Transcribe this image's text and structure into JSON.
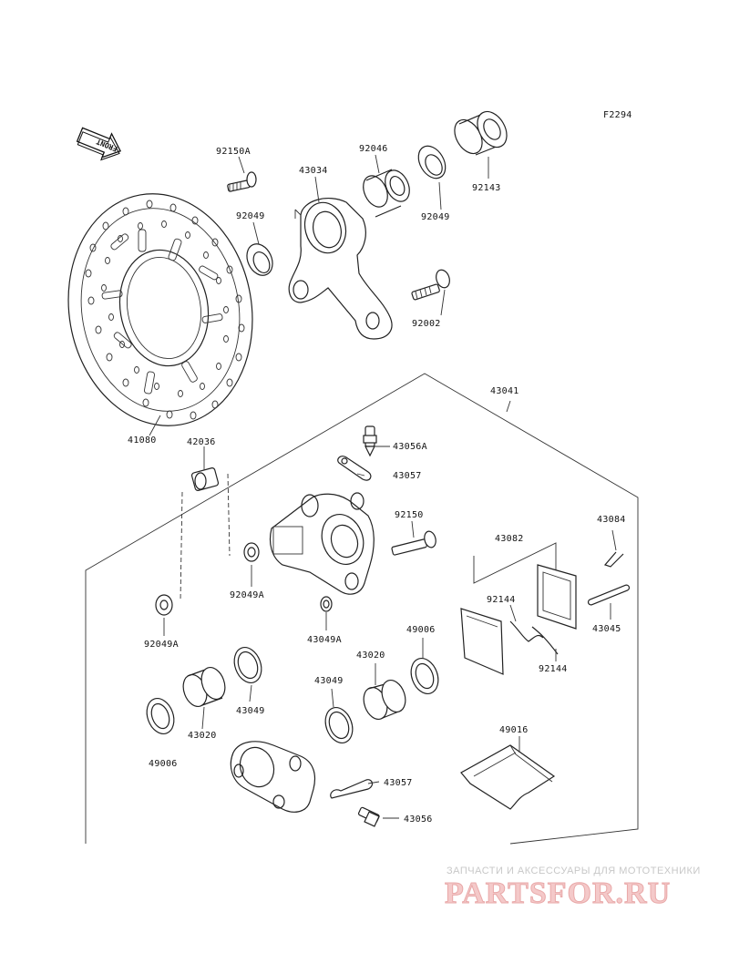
{
  "figure_code": "F2294",
  "front_label": "FRONT",
  "part_numbers": {
    "bolt_top": "92150A",
    "bearing": "92046",
    "caliper_bracket": "43034",
    "seal_right": "92049",
    "collar": "92143",
    "seal_left": "92049",
    "bracket_bolt": "92002",
    "disc": "41080",
    "caliper_assembly": "43041",
    "sleeve": "42036",
    "bleeder_a": "43056A",
    "bleed_cap": "43057",
    "caliper_bolt": "92150",
    "spring_pin": "43084",
    "pad_set": "43082",
    "seal_92049a_upper": "92049A",
    "seal_43049a": "43049A",
    "pin": "43045",
    "seal_92049a_lower": "92049A",
    "pad_spring_left": "92144",
    "pad_spring_right": "92144",
    "dust_seal_right": "49006",
    "piston_right": "43020",
    "piston_seal_left": "43049",
    "piston_seal_right": "43049",
    "piston_left": "43020",
    "dust_seal_left": "49006",
    "pad_shim": "49016",
    "bleed_cap_lower": "43057",
    "bleeder_lower": "43056"
  },
  "watermark": {
    "tagline": "ЗАПЧАСТИ И АКСЕССУАРЫ ДЛЯ МОТОТЕХНИКИ",
    "logo": "PARTSFOR.RU"
  }
}
